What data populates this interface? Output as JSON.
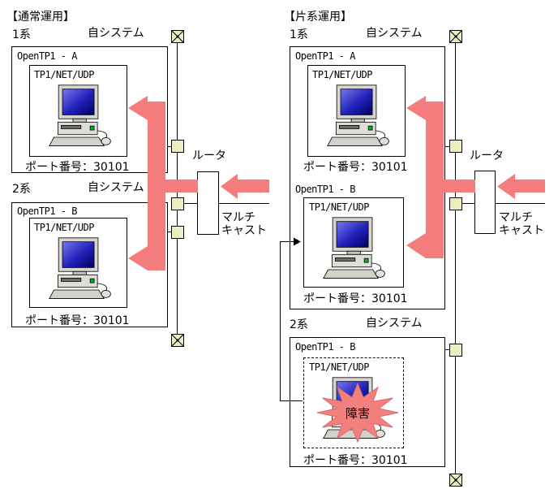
{
  "colors": {
    "highlight_arrow": "#F47C7C",
    "connector_fill": "#EDEDC2",
    "failure_star_fill": "#F4807E"
  },
  "left_diagram": {
    "title": "【通常運用】",
    "system1": {
      "label": "1系",
      "owner": "自システム",
      "node": "OpenTP1 - A",
      "module": "TP1/NET/UDP",
      "port": "ポート番号：30101"
    },
    "system2": {
      "label": "2系",
      "owner": "自システム",
      "node": "OpenTP1 - B",
      "module": "TP1/NET/UDP",
      "port": "ポート番号：30101"
    },
    "router_label": "ルータ",
    "multicast_label_line1": "マルチ",
    "multicast_label_line2": "キャスト"
  },
  "right_diagram": {
    "title": "【片系運用】",
    "system1": {
      "label": "1系",
      "owner": "自システム",
      "unit_a": {
        "node": "OpenTP1 - A",
        "module": "TP1/NET/UDP",
        "port": "ポート番号：30101"
      },
      "unit_b": {
        "node": "OpenTP1 - B",
        "module": "TP1/NET/UDP",
        "port": "ポート番号：30101"
      }
    },
    "system2": {
      "label": "2系",
      "owner": "自システム",
      "node": "OpenTP1 - B",
      "module": "TP1/NET/UDP",
      "port": "ポート番号：30101",
      "failure_label": "障害"
    },
    "router_label": "ルータ",
    "multicast_label_line1": "マルチ",
    "multicast_label_line2": "キャスト"
  }
}
